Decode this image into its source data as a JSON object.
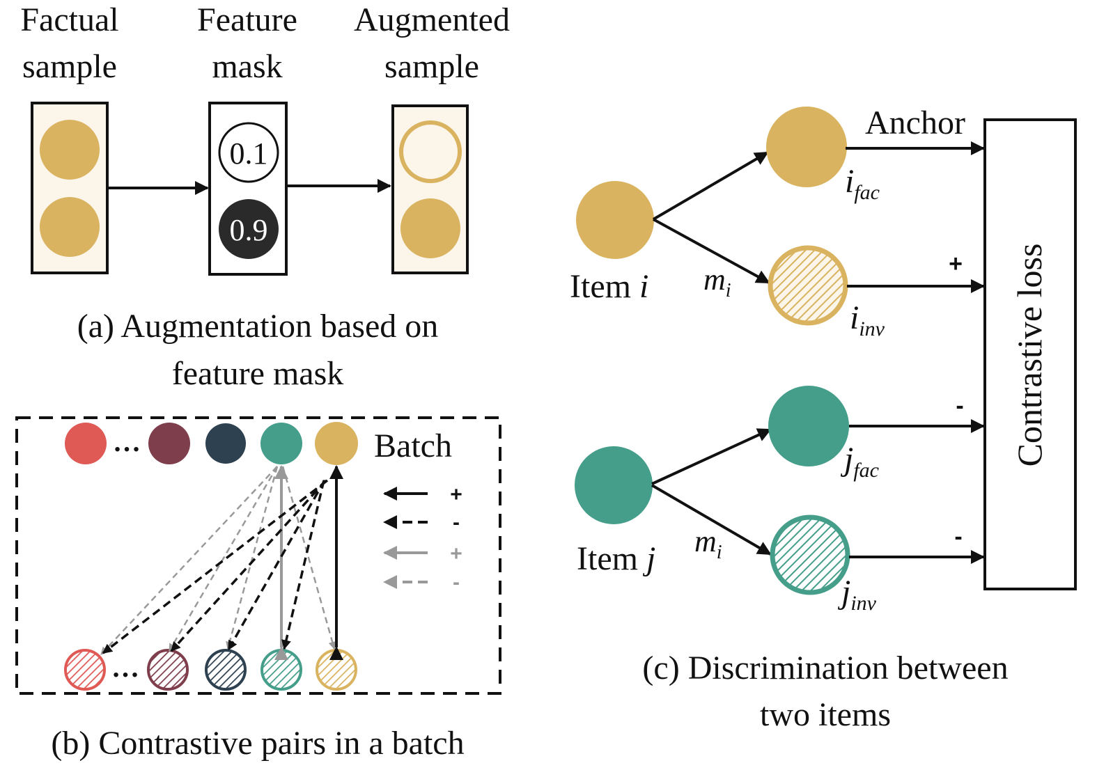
{
  "colors": {
    "gold": "#d9b35f",
    "teal": "#459e8a",
    "red": "#e05a55",
    "plum": "#7f3e4c",
    "navy": "#2e4150",
    "cream": "#fcf5ea",
    "mask_dark": "#2a2a2a",
    "gray": "#999999"
  },
  "panel_a": {
    "headers": {
      "factual_l1": "Factual",
      "factual_l2": "sample",
      "mask_l1": "Feature",
      "mask_l2": "mask",
      "aug_l1": "Augmented",
      "aug_l2": "sample"
    },
    "mask_values": {
      "top": "0.1",
      "bottom": "0.9"
    },
    "caption_l1": "(a) Augmentation based on",
    "caption_l2": "feature mask"
  },
  "panel_b": {
    "batch_label": "Batch",
    "ellipsis": "…",
    "legend": [
      {
        "style": "solid-black",
        "sign": "+"
      },
      {
        "style": "dashed-black",
        "sign": "-"
      },
      {
        "style": "solid-gray",
        "sign": "+"
      },
      {
        "style": "dashed-gray",
        "sign": "-"
      }
    ],
    "caption": "(b) Contrastive pairs in a batch"
  },
  "panel_c": {
    "item_i": {
      "prefix": "Item ",
      "var": "i"
    },
    "item_j": {
      "prefix": "Item ",
      "var": "j"
    },
    "mask_label_1": {
      "base": "m",
      "sub": "i"
    },
    "mask_label_2": {
      "base": "m",
      "sub": "i"
    },
    "node_labels": {
      "i_fac": {
        "base": "i",
        "sub": "fac"
      },
      "i_inv": {
        "base": "i",
        "sub": "inv"
      },
      "j_fac": {
        "base": "j",
        "sub": "fac"
      },
      "j_inv": {
        "base": "j",
        "sub": "inv"
      }
    },
    "anchor_label": "Anchor",
    "signs": {
      "i_inv": "+",
      "j_fac": "-",
      "j_inv": "-"
    },
    "loss_box_label": "Contrastive loss",
    "caption_l1": "(c) Discrimination between",
    "caption_l2": "two items"
  }
}
